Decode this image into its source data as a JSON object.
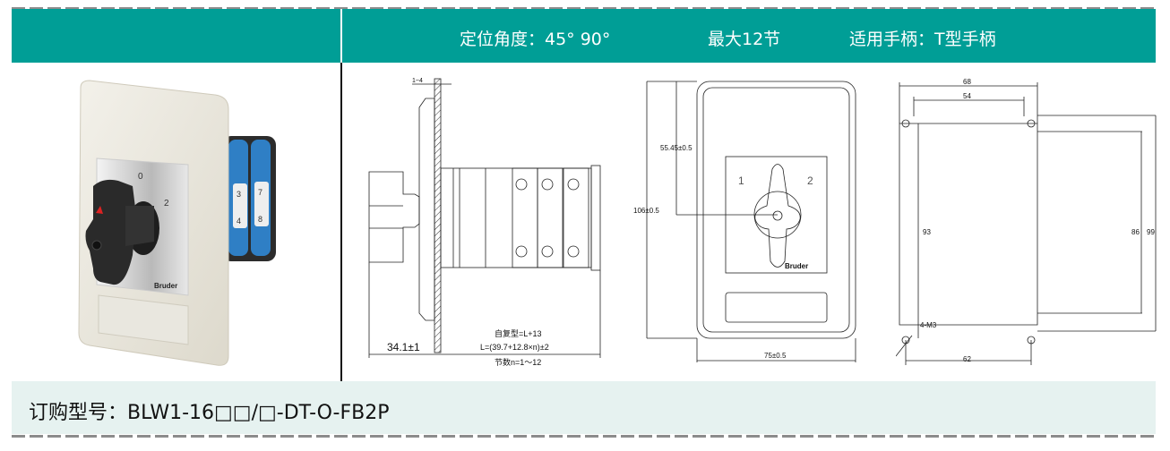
{
  "header": {
    "angle": "定位角度：45°  90°",
    "sections": "最大12节",
    "handle": "适用手柄：T型手柄"
  },
  "photo": {
    "dial_0": "0",
    "dial_2": "2",
    "term_3": "3",
    "term_4": "4",
    "term_7": "7",
    "term_8": "8",
    "brand": "Bruder"
  },
  "side_view": {
    "panel_thickness": "1~4",
    "handle_depth": "34.1±1",
    "self_return": "自复型=L+13",
    "length_formula": "L=(39.7+12.8×n)±2",
    "sections": "节数n=1～12"
  },
  "front_view": {
    "center_height": "55.45±0.5",
    "height": "106±0.5",
    "width": "75±0.5",
    "pos_1": "1",
    "pos_2": "2",
    "brand": "Bruder"
  },
  "cutout_view": {
    "outer_width": "68",
    "hole_spacing_top": "54",
    "hole_spacing_bottom": "62",
    "left_height": "93",
    "hole_vertical": "86",
    "outer_height": "99",
    "holes": "4-M3"
  },
  "footer": {
    "order_code": "订购型号：BLW1-16□□/□-DT-O-FB2P"
  },
  "colors": {
    "teal": "#009e96",
    "footer_bg": "#e6f2f0"
  }
}
